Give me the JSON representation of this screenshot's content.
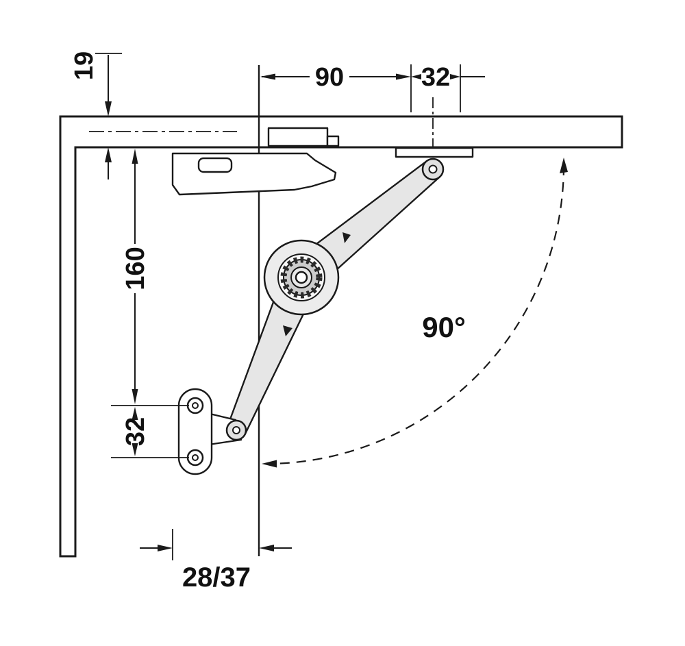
{
  "diagram": {
    "angle_label": "90°",
    "dimensions": {
      "panel_thickness": "19",
      "top_span": "90",
      "top_offset": "32",
      "side_height": "160",
      "plate_hole_spacing": "32",
      "front_edge_offset": "28/37"
    },
    "colors": {
      "line": "#1a1a1a",
      "part_fill": "#ffffff",
      "hub_fill": "#ececec",
      "background": "#ffffff"
    }
  }
}
